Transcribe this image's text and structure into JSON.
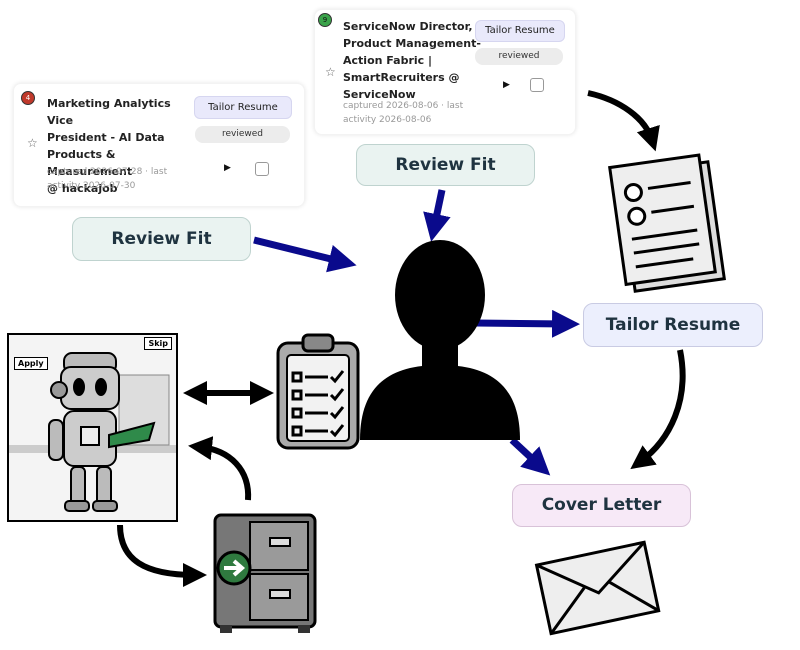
{
  "cards": [
    {
      "badge": "4",
      "badge_color": "#c0392b",
      "title_lines": [
        "Marketing Analytics Vice",
        "President - AI Data",
        "Products & Measurement",
        "@ hackajob"
      ],
      "meta_lines": [
        "captured 2026-07-28 · last",
        "activity 2026-07-30"
      ],
      "action_label": "Tailor Resume",
      "status": "reviewed",
      "play_glyph": "▶",
      "star_glyph": "☆"
    },
    {
      "badge": "9",
      "badge_color": "#3aa34a",
      "title_lines": [
        "ServiceNow Director,",
        "Product Management-",
        "Action Fabric |",
        "SmartRecruiters @",
        "ServiceNow"
      ],
      "meta_lines": [
        "captured 2026-08-06 · last",
        "activity 2026-08-06"
      ],
      "action_label": "Tailor Resume",
      "status": "reviewed",
      "play_glyph": "▶",
      "star_glyph": "☆"
    }
  ],
  "labels": {
    "review_fit_left": "Review Fit",
    "review_fit_top": "Review Fit",
    "tailor_resume": "Tailor Resume",
    "cover_letter": "Cover Letter"
  },
  "robot_panel": {
    "apply_label": "Apply",
    "skip_label": "Skip"
  },
  "colors": {
    "arrow_blue": "#0a0a8c",
    "arrow_black": "#000000",
    "cabinet_green": "#2f7a3f"
  }
}
